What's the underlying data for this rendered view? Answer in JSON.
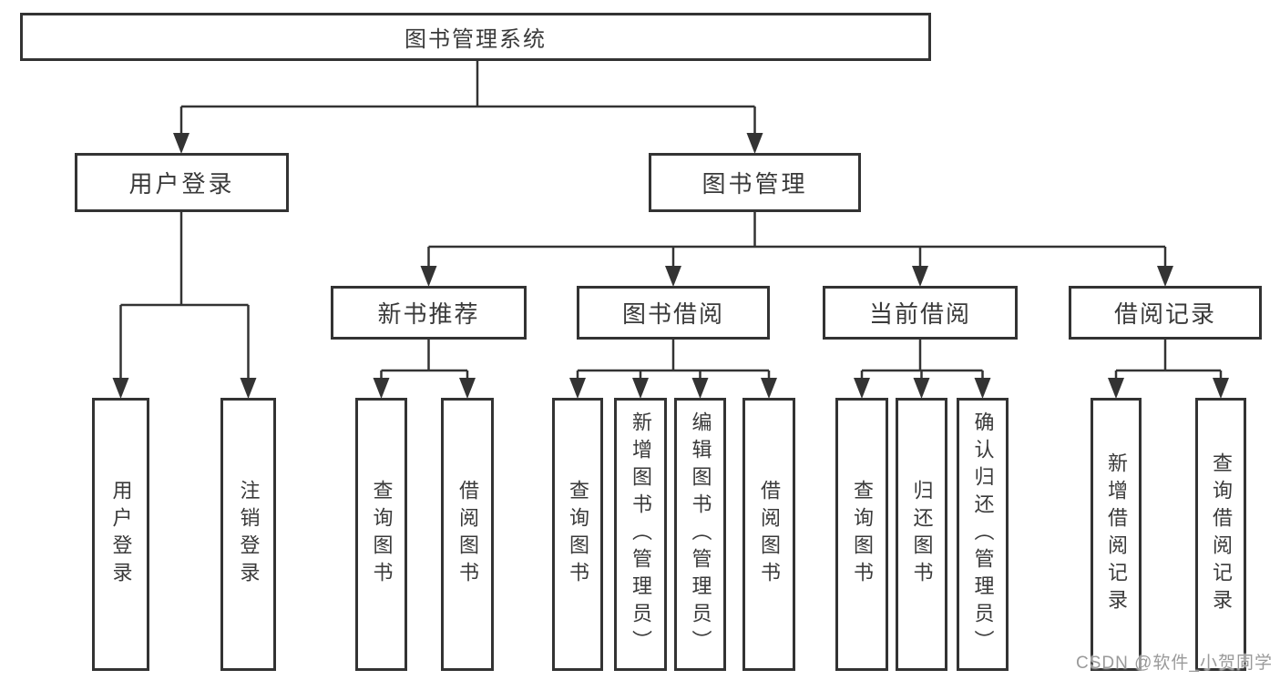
{
  "tree": {
    "root": "图书管理系统",
    "branches": [
      {
        "label": "用户登录",
        "children": [
          "用户登录",
          "注销登录"
        ]
      },
      {
        "label": "图书管理",
        "sections": [
          {
            "label": "新书推荐",
            "children": [
              "查询图书",
              "借阅图书"
            ]
          },
          {
            "label": "图书借阅",
            "children": [
              "查询图书",
              "新增图书（管理员）",
              "编辑图书（管理员）",
              "借阅图书"
            ]
          },
          {
            "label": "当前借阅",
            "children": [
              "查询图书",
              "归还图书",
              "确认归还（管理员）"
            ]
          },
          {
            "label": "借阅记录",
            "children": [
              "新增借阅记录",
              "查询借阅记录"
            ]
          }
        ]
      }
    ]
  },
  "watermark": "CSDN @软件_小贺同学",
  "colors": {
    "line": "#333333",
    "text": "#3a3a3a",
    "watermark": "#9a9a9a",
    "background": "#ffffff"
  }
}
